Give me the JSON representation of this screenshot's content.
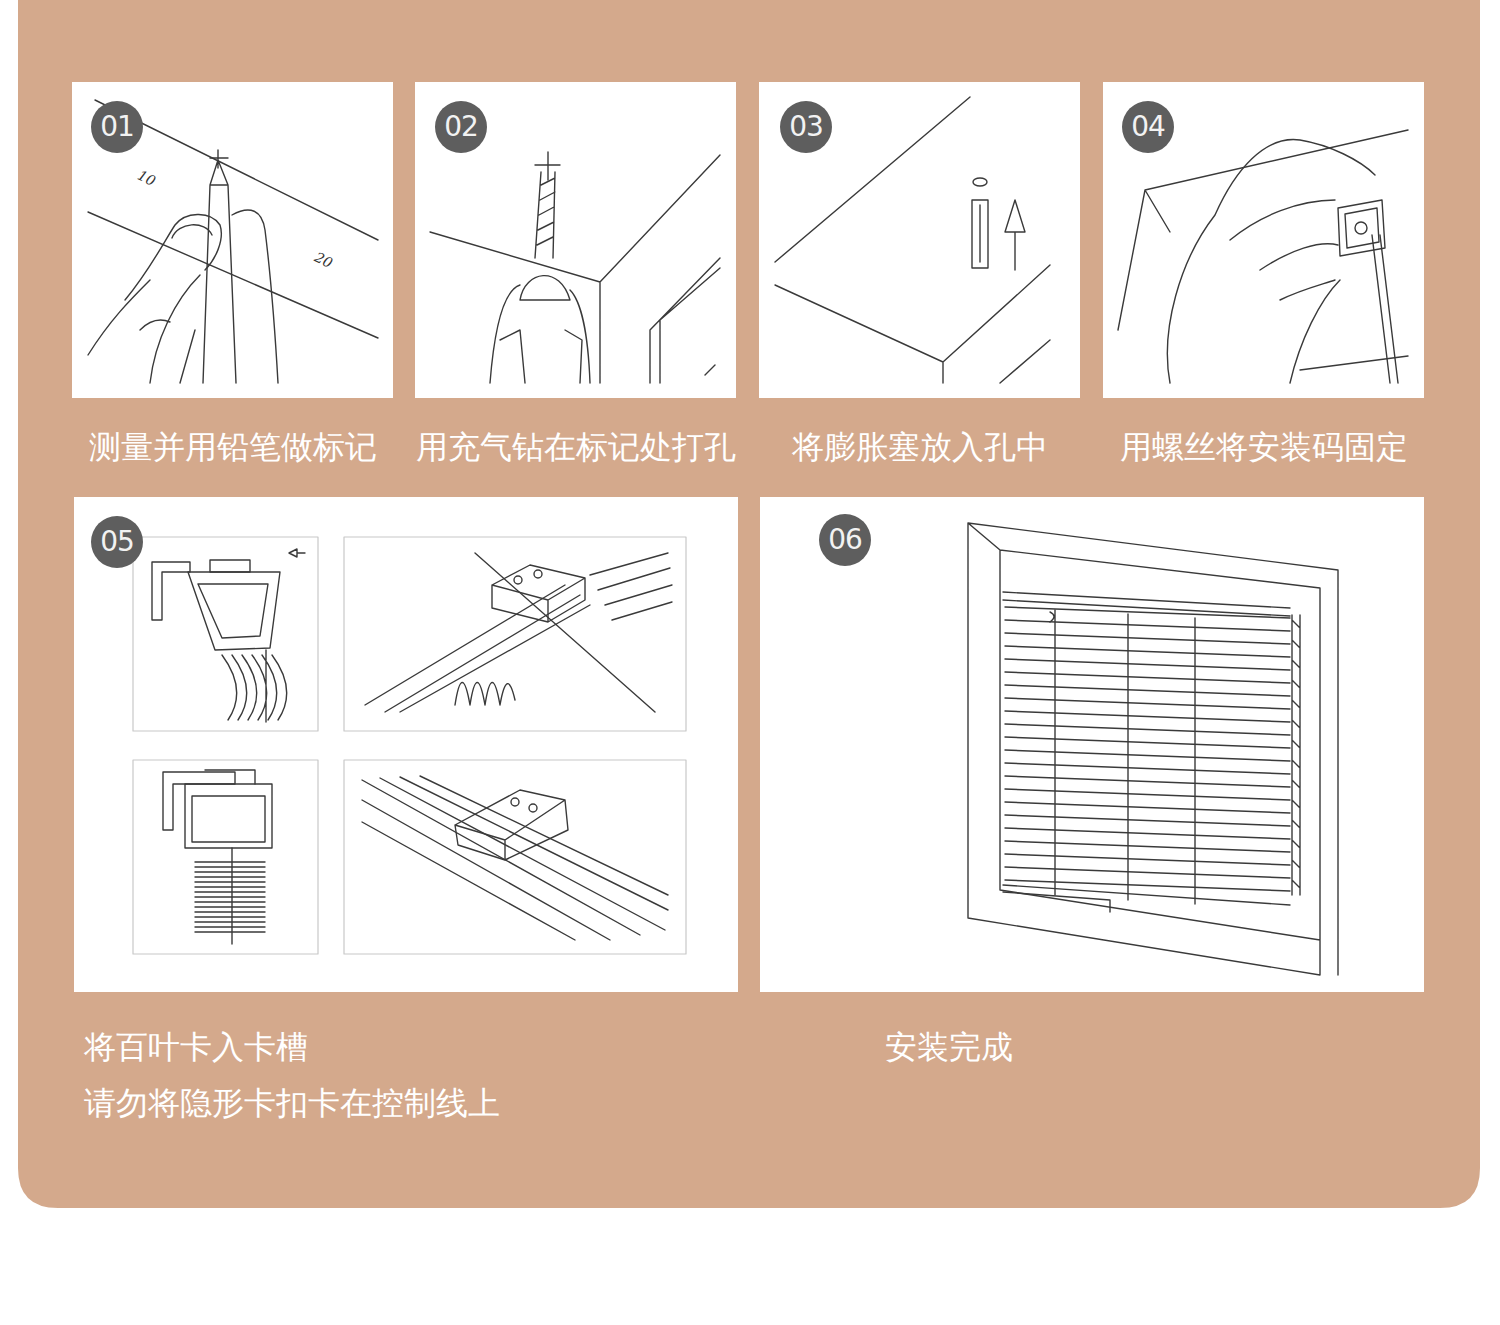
{
  "diagram": {
    "nodes": [
      {
        "text": [
          "测量并用铅笔做标记"
        ]
      },
      {
        "text": [
          "01"
        ],
        "in": 0
      },
      {
        "text": [
          "用充气钻在标记处打孔"
        ]
      },
      {
        "text": [
          "02"
        ],
        "in": 2
      },
      {
        "text": [
          "将膨胀塞放入孔中"
        ]
      },
      {
        "text": [
          "03"
        ],
        "in": 4
      },
      {
        "text": [
          "用螺丝将安装码固定"
        ]
      },
      {
        "text": [
          "04"
        ],
        "in": 6
      },
      {
        "text": [
          "将百叶卡入卡槽",
          "请勿将隐形卡扣卡在控制线上"
        ]
      },
      {
        "text": [
          "05"
        ],
        "in": 8
      },
      {
        "text": [
          "安装完成"
        ]
      },
      {
        "text": [
          "06"
        ],
        "in": 10
      }
    ],
    "labels": [
      "10",
      "20"
    ]
  }
}
